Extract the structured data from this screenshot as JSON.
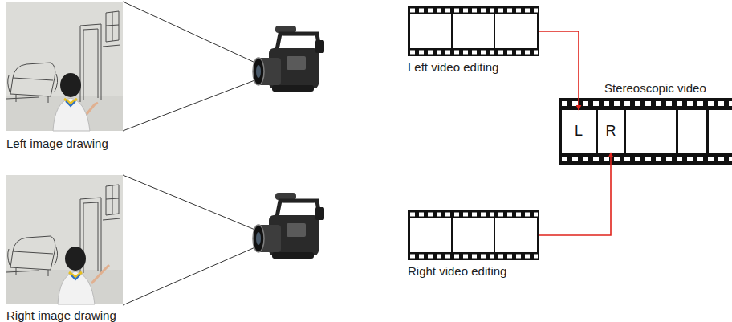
{
  "diagram": {
    "nodes": [
      {
        "text": [
          "Left image drawing"
        ]
      },
      {
        "text": [
          "Right image drawing"
        ]
      },
      {
        "text": [
          "Left video editing"
        ]
      },
      {
        "text": [
          "Right video editing"
        ]
      },
      {
        "text": [
          "Stereoscopic video"
        ]
      },
      {
        "text": [
          "L"
        ],
        "in": 4
      },
      {
        "text": [
          "R"
        ],
        "in": 4
      }
    ],
    "edges": [
      {
        "from": 2,
        "to": 5,
        "arrow": "to"
      },
      {
        "from": 3,
        "to": 6,
        "arrow": "to"
      }
    ]
  }
}
